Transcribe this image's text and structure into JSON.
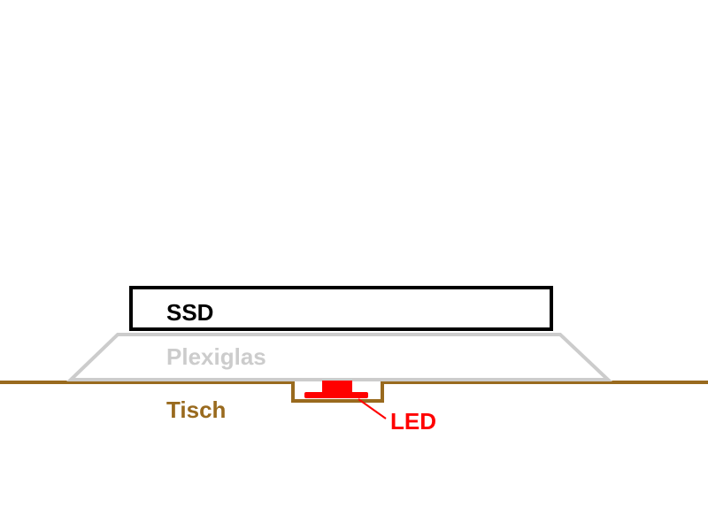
{
  "labels": {
    "ssd": "SSD",
    "plexiglas": "Plexiglas",
    "table": "Tisch",
    "led": "LED"
  },
  "colors": {
    "ssd": "#000000",
    "plexiglas": "#cccccc",
    "table": "#996a1e",
    "led": "#ff0000"
  }
}
